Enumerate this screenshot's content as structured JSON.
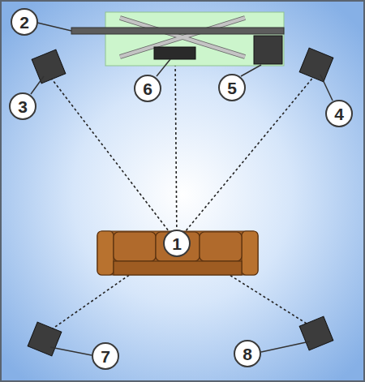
{
  "diagram": {
    "labels": [
      "2",
      "6",
      "5",
      "3",
      "4",
      "1",
      "7",
      "8"
    ]
  }
}
